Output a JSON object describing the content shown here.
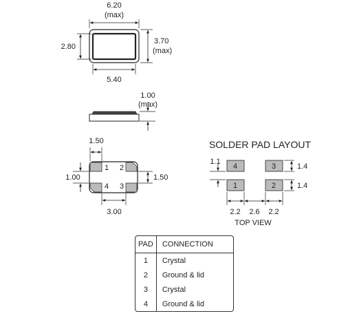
{
  "top_view": {
    "width_max": "6.20",
    "width_max_note": "(max)",
    "height_max": "3.70",
    "height_max_note": "(max)",
    "height": "2.80",
    "width": "5.40"
  },
  "side_view": {
    "thickness": "1.00",
    "thickness_note": "(max)"
  },
  "bottom_view": {
    "pad_width": "1.50",
    "pad_height": "1.00",
    "pad_gap_vertical": "1.50",
    "pad_pitch": "3.00",
    "pad_labels": [
      "1",
      "2",
      "4",
      "3"
    ]
  },
  "solder_layout": {
    "title": "SOLDER PAD LAYOUT",
    "pad_labels": [
      "4",
      "3",
      "1",
      "2"
    ],
    "pad_width": "2.2",
    "pad_gap": "2.6",
    "pad_height": "1.4",
    "pad_spacing": "1.1",
    "caption": "TOP VIEW"
  },
  "table": {
    "headers": [
      "PAD",
      "CONNECTION"
    ],
    "rows": [
      {
        "pad": "1",
        "connection": "Crystal"
      },
      {
        "pad": "2",
        "connection": "Ground & lid"
      },
      {
        "pad": "3",
        "connection": "Crystal"
      },
      {
        "pad": "4",
        "connection": "Ground & lid"
      }
    ]
  },
  "colors": {
    "line": "#222222",
    "pad_fill": "#bbbbbb",
    "body_dark": "#444444"
  }
}
